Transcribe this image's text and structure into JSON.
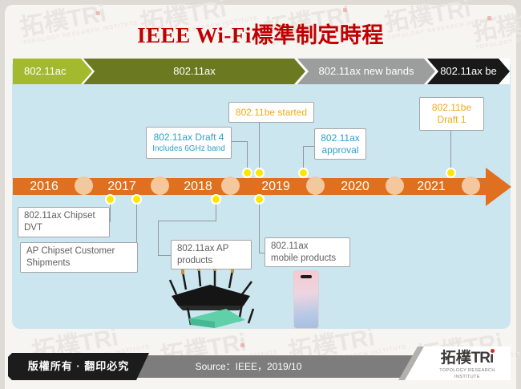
{
  "title": "IEEE Wi-Fi標準制定時程",
  "banner": {
    "segments": [
      {
        "label": "802.11ac",
        "color": "#a4ba2e"
      },
      {
        "label": "802.11ax",
        "color": "#6b7a20"
      },
      {
        "label": "802.11ax new bands",
        "color": "#9c9d9d"
      },
      {
        "label": "802.11ax be",
        "color": "#191919"
      }
    ]
  },
  "timeline": {
    "years": [
      "2016",
      "2017",
      "2018",
      "2019",
      "2020",
      "2021"
    ],
    "bar_color": "#e0701f",
    "marker_color": "#f5c79d",
    "dot_color": "#ffe600",
    "panel_color": "#cce6ef"
  },
  "events_above": [
    {
      "lines": [
        "802.11ax Draft 4",
        "Includes 6GHz band"
      ],
      "color": "#2f9fca"
    },
    {
      "lines": [
        "802.11be started"
      ],
      "color": "#f3a81e"
    },
    {
      "lines": [
        "802.11ax",
        "approval"
      ],
      "color": "#2f9fca"
    },
    {
      "lines": [
        "802.11be",
        "Draft 1"
      ],
      "color": "#f3a81e"
    }
  ],
  "events_below": [
    {
      "lines": [
        "802.11ax Chipset",
        "DVT"
      ]
    },
    {
      "lines": [
        "AP Chipset Customer",
        "Shipments"
      ]
    },
    {
      "lines": [
        "802.11ax AP",
        "products"
      ]
    },
    {
      "lines": [
        "802.11ax",
        "mobile products"
      ]
    }
  ],
  "footer": {
    "copyright": "版權所有 · 翻印必究",
    "source": "Source：IEEE，2019/10",
    "logo": {
      "cn": "拓樸",
      "latin": "TR",
      "i_stem": "ı",
      "subtitle": "TOPOLOGY RESEARCH INSTITUTE"
    }
  },
  "watermark": {
    "text": "拓樸TRi",
    "subtext": "TOPOLOGY RESEARCH INSTITUTE"
  },
  "title_color": "#c00000"
}
